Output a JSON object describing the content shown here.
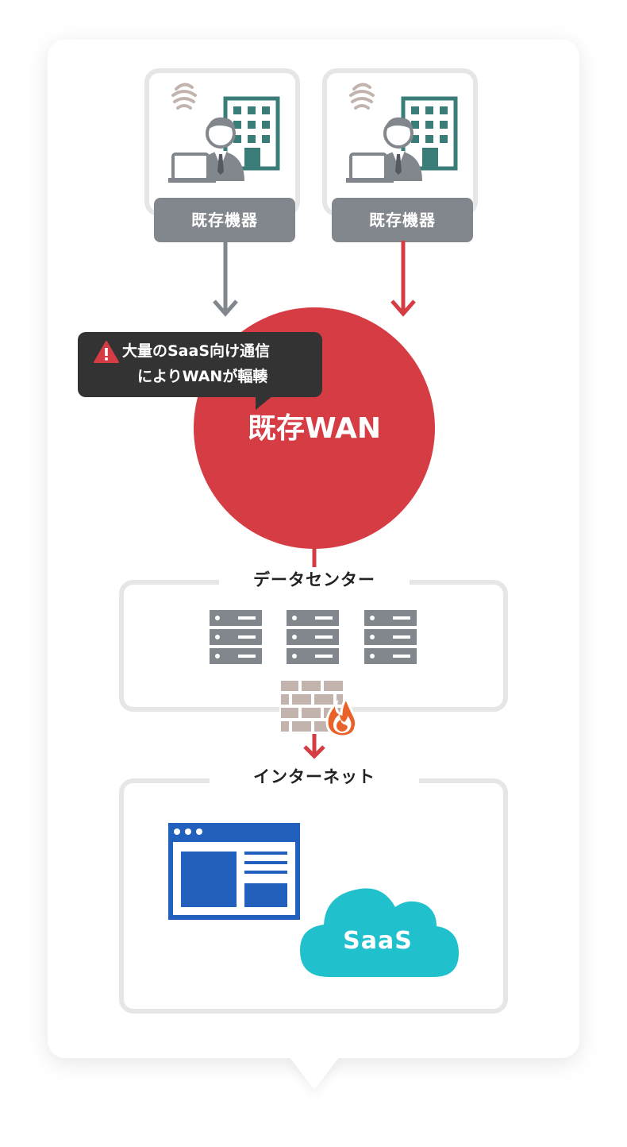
{
  "offices": [
    {
      "label": "既存機器"
    },
    {
      "label": "既存機器"
    }
  ],
  "wan": {
    "label": "既存WAN"
  },
  "warning": {
    "line1": "大量のSaaS向け通信",
    "line2": "によりWANが輻輳"
  },
  "datacenter": {
    "title": "データセンター"
  },
  "internet": {
    "title": "インターネット"
  },
  "saas": {
    "label": "SaaS"
  },
  "colors": {
    "wan_red": "#d53c44",
    "arrow_gray": "#82878d",
    "server_gray": "#82878d",
    "building_teal": "#3a7d78",
    "browser_blue": "#2160bd",
    "cloud_cyan": "#21c0cd",
    "brick": "#c2b4ad",
    "flame_orange": "#e8622a",
    "callout_bg": "#333333"
  }
}
